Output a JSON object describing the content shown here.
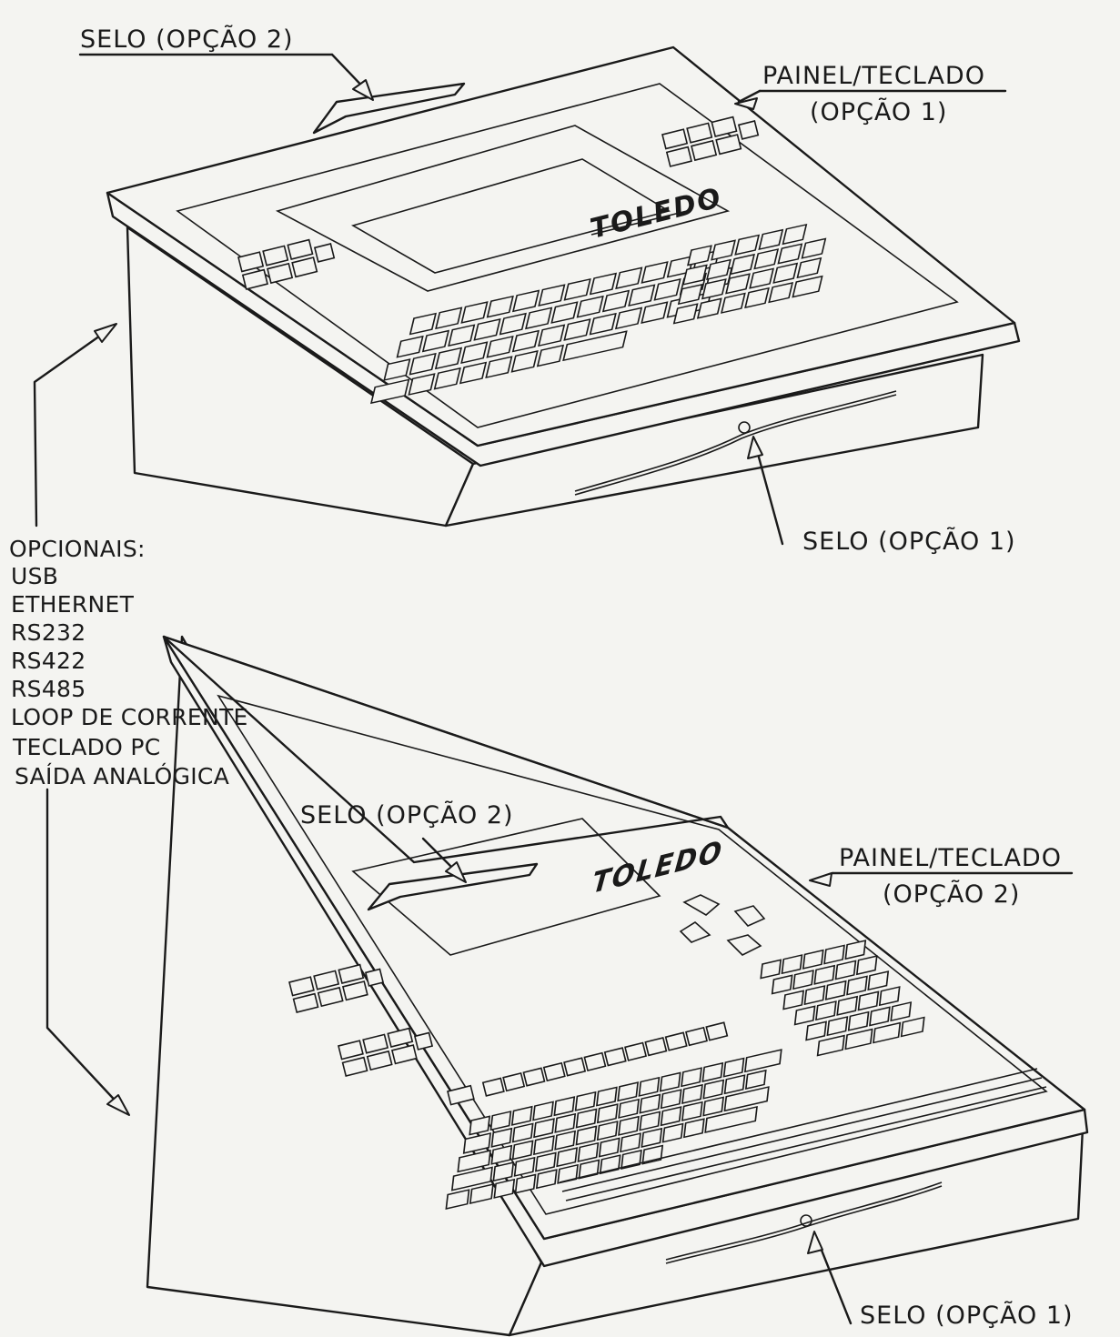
{
  "labels": {
    "seal_top_option2": "SELO (OPÇÃO 2)",
    "panel_keyboard_top": "PAINEL/TECLADO",
    "panel_keyboard_top_option": "(OPÇÃO 1)",
    "seal_top_option1": "SELO (OPÇÃO 1)",
    "seal_bottom_option2": "SELO (OPÇÃO 2)",
    "panel_keyboard_bottom": "PAINEL/TECLADO",
    "panel_keyboard_bottom_option": "(OPÇÃO 2)",
    "seal_bottom_option1": "SELO (OPÇÃO 1)"
  },
  "brand": {
    "top": "TOLEDO",
    "bottom": "TOLEDO"
  },
  "optionals": {
    "title": "OPCIONAIS:",
    "items": [
      "USB",
      "ETHERNET",
      "RS232",
      "RS422",
      "RS485",
      "LOOP DE CORRENTE",
      "TECLADO PC",
      "SAÍDA ANALÓGICA"
    ]
  }
}
